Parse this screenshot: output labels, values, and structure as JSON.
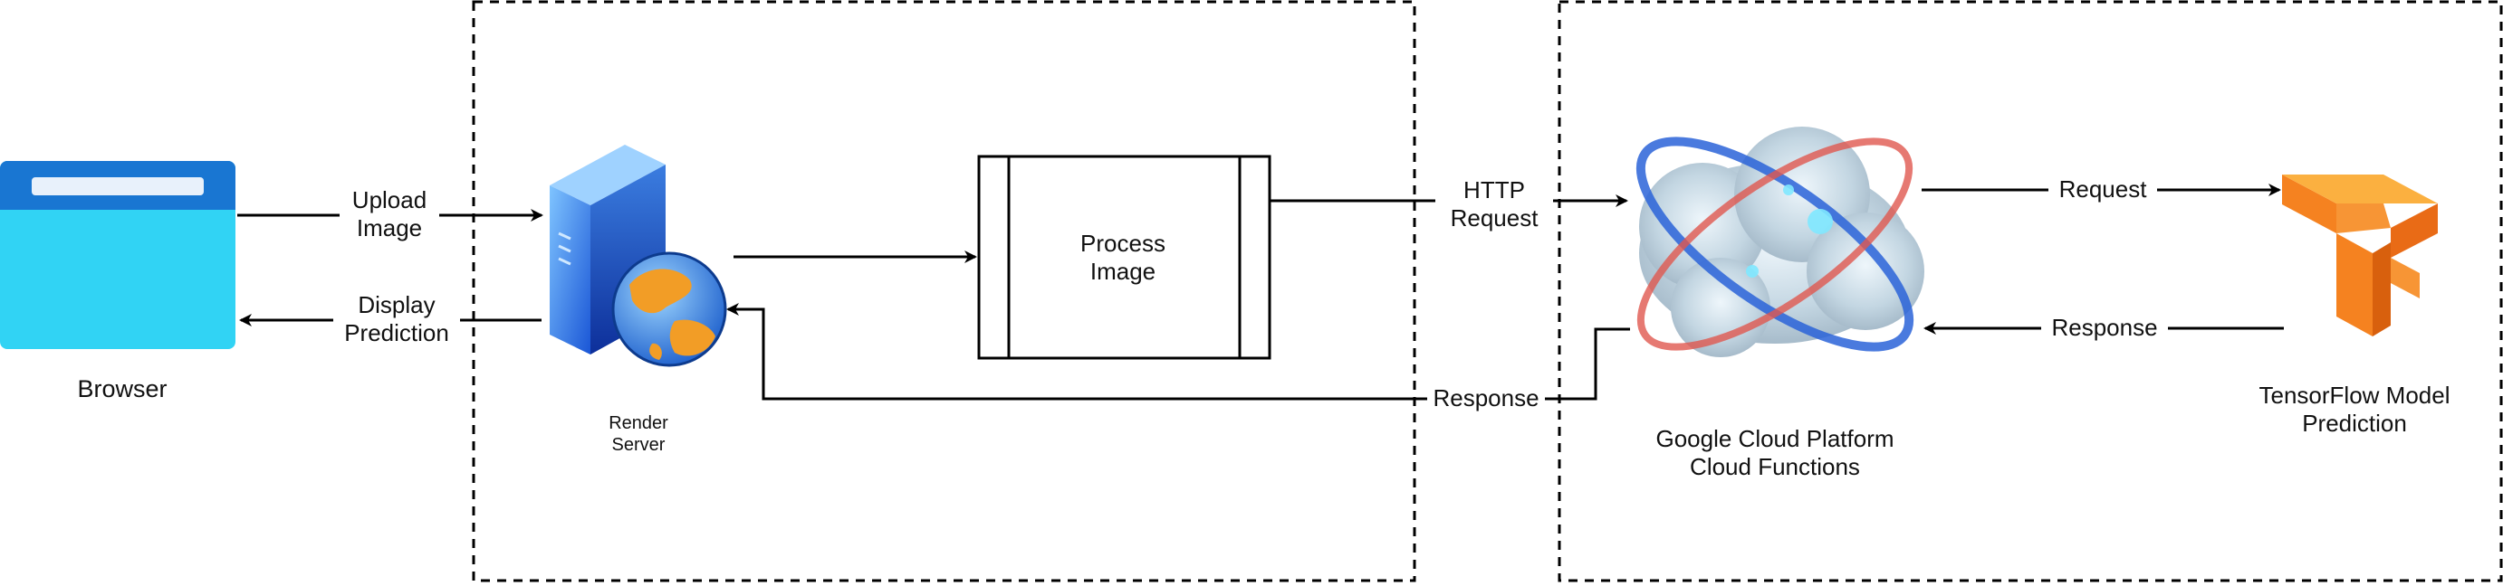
{
  "nodes": {
    "browser": {
      "label": "Browser"
    },
    "render_server": {
      "label": "Render\nServer"
    },
    "process_image": {
      "label": "Process\nImage"
    },
    "cloud_functions": {
      "label": "Google Cloud Platform\nCloud Functions"
    },
    "tensorflow": {
      "label": "TensorFlow Model\nPrediction"
    }
  },
  "edges": {
    "upload": {
      "label": "Upload\nImage"
    },
    "display": {
      "label": "Display\nPrediction"
    },
    "http_request": {
      "label": "HTTP\nRequest"
    },
    "response_to_server": {
      "label": "Response"
    },
    "request_tf": {
      "label": "Request"
    },
    "response_tf": {
      "label": "Response"
    }
  },
  "colors": {
    "browser_bar": "#1976d2",
    "browser_body": "#31d3f4",
    "server_blue": "#2f80e8",
    "globe_orange": "#f29d26",
    "tensorflow_orange": "#f58220",
    "line": "#000000"
  }
}
